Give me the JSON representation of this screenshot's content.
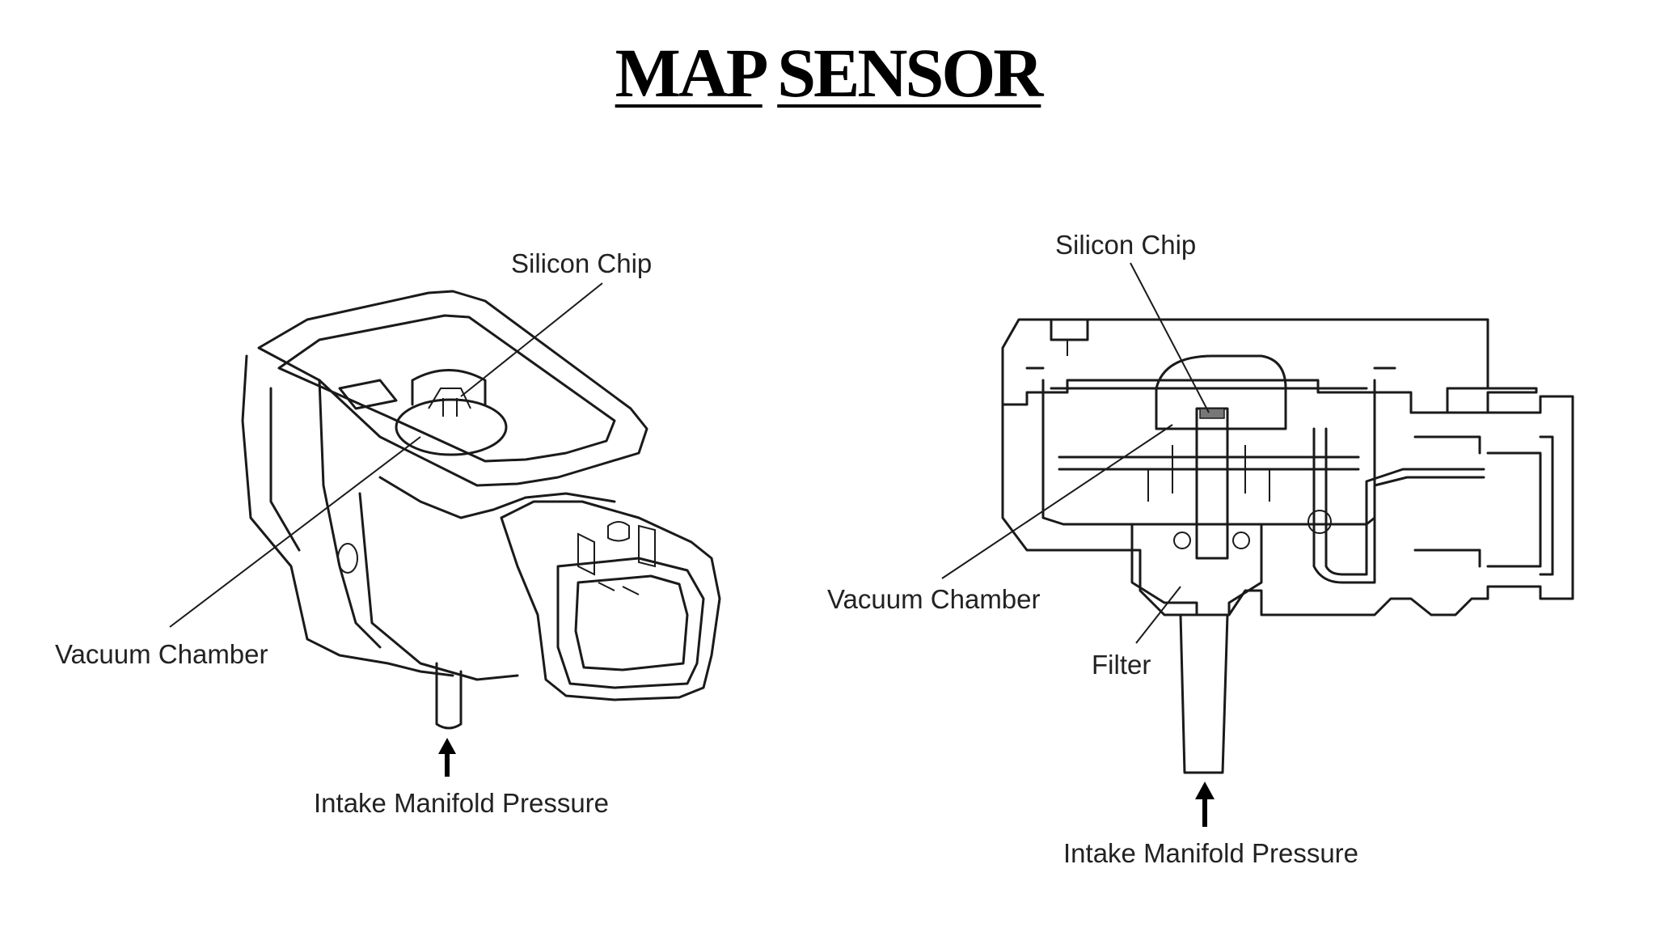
{
  "title": {
    "word1": "MAP",
    "word2": "SENSOR"
  },
  "left_diagram": {
    "label_silicon_chip": "Silicon Chip",
    "label_vacuum_chamber": "Vacuum Chamber",
    "label_intake": "Intake Manifold Pressure"
  },
  "right_diagram": {
    "label_silicon_chip": "Silicon Chip",
    "label_vacuum_chamber": "Vacuum Chamber",
    "label_filter": "Filter",
    "label_intake": "Intake Manifold Pressure"
  }
}
